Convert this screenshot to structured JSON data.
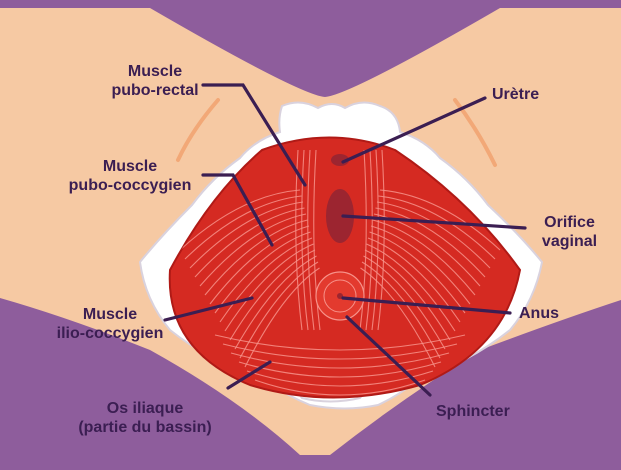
{
  "labels": {
    "pubo_rectal": {
      "line1": "Muscle",
      "line2": "pubo-rectal"
    },
    "pubo_coccygien": {
      "line1": "Muscle",
      "line2": "pubo-coccygien"
    },
    "ilio_coccygien": {
      "line1": "Muscle",
      "line2": "ilio-coccygien"
    },
    "os_iliaque": {
      "line1": "Os iliaque",
      "line2": "(partie du bassin)"
    },
    "uretre": "Urètre",
    "orifice_vaginal": {
      "line1": "Orifice",
      "line2": "vaginal"
    },
    "anus": "Anus",
    "sphincter": "Sphincter"
  },
  "colors": {
    "background_purple": "#8e5d9c",
    "skin": "#f6c9a3",
    "skin_fold": "#f2a877",
    "bone": "#ffffff",
    "bone_outline": "#d9d2de",
    "muscle": "#d52a22",
    "muscle_dark": "#b01a16",
    "muscle_fiber": "#f7928a",
    "opening": "#9c2530",
    "leader_line": "#3b1e52",
    "label_text": "#3b1e52"
  }
}
